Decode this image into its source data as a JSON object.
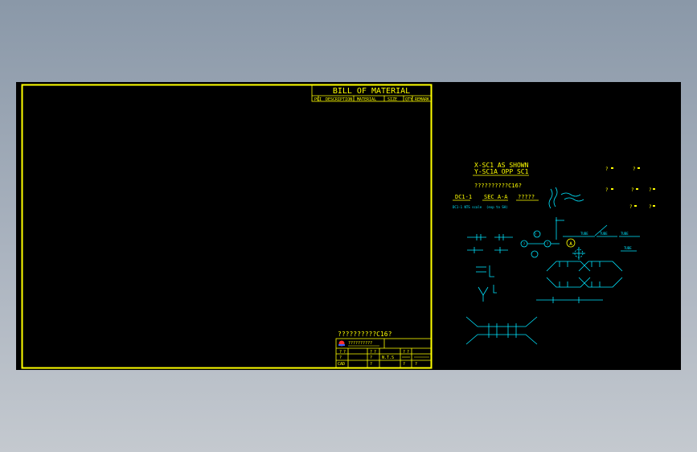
{
  "colors": {
    "background": "#000000",
    "frame": "#ffff00",
    "detail": "#00e5ff",
    "desktop": "#97a3b1"
  },
  "bom": {
    "title": "BILL OF MATERIAL",
    "header": [
      "PCI",
      "DESCRIPTION",
      "MATERIAL",
      "SIZE",
      "QTY",
      "REMARK"
    ]
  },
  "title_block": {
    "drawing_title": "??????????C16?",
    "company_line": "??????????",
    "cells": [
      "?",
      "?",
      "?",
      "?",
      "?",
      "?",
      "?",
      "?",
      "N.T.S",
      "CAD",
      "?",
      "?",
      "?"
    ]
  },
  "notes": {
    "line1": "X-SC1 AS SHOWN",
    "line2": "Y-SC1A OPP SC1",
    "subtitle": "??????????C16?",
    "views": [
      "DC1-1",
      "SEC A-A",
      "?????"
    ],
    "view_captions": [
      "DC1-1 NTS scale",
      "(exp to SH)"
    ]
  },
  "symbols": {
    "markers": [
      "?",
      "?",
      "?",
      "?",
      "?",
      "?",
      "?"
    ],
    "circle_labels": [
      "?",
      "?",
      "?",
      "A"
    ],
    "tags": [
      "TUBE",
      "TUBE",
      "TUBE",
      "TUBE"
    ]
  }
}
